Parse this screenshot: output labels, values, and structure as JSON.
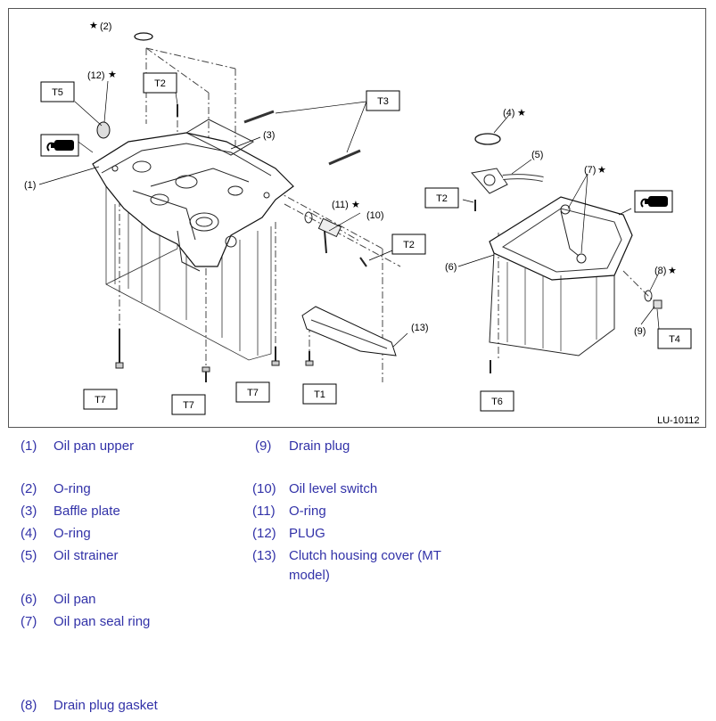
{
  "figure": {
    "code": "LU-10112",
    "star": "★",
    "callouts": {
      "c1": "(1)",
      "c2": "(2)",
      "c3": "(3)",
      "c4": "(4)",
      "c5": "(5)",
      "c6": "(6)",
      "c7": "(7)",
      "c8": "(8)",
      "c9": "(9)",
      "c10": "(10)",
      "c11": "(11)",
      "c12": "(12)",
      "c13": "(13)"
    },
    "torque_tags": {
      "t5": "T5",
      "t2a": "T2",
      "t3": "T3",
      "t2b": "T2",
      "t2c": "T2",
      "t7a": "T7",
      "t7b": "T7",
      "t7c": "T7",
      "t1": "T1",
      "t6": "T6",
      "t4": "T4"
    }
  },
  "legend": [
    {
      "num": "(1)",
      "text": "Oil pan upper"
    },
    {
      "num": "(2)",
      "text": "O-ring"
    },
    {
      "num": "(3)",
      "text": "Baffle plate"
    },
    {
      "num": "(4)",
      "text": "O-ring"
    },
    {
      "num": "(5)",
      "text": "Oil strainer"
    },
    {
      "num": "(6)",
      "text": "Oil pan"
    },
    {
      "num": "(7)",
      "text": "Oil pan seal ring"
    },
    {
      "num": "(8)",
      "text": "Drain plug gasket"
    },
    {
      "num": "(9)",
      "text": "Drain plug"
    },
    {
      "num": "(10)",
      "text": "Oil level switch"
    },
    {
      "num": "(11)",
      "text": "O-ring"
    },
    {
      "num": "(12)",
      "text": "PLUG"
    },
    {
      "num": "(13)",
      "text": "Clutch housing cover (MT model)"
    }
  ]
}
